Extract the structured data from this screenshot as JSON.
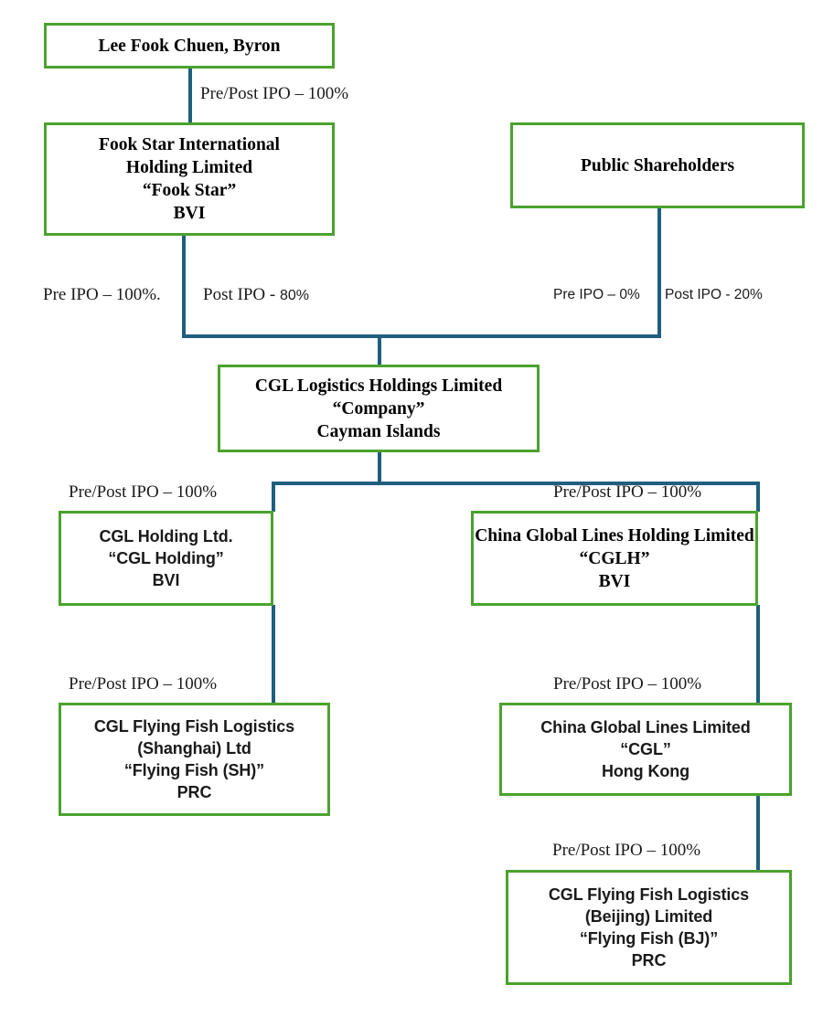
{
  "diagram": {
    "title": "CGL Logistics Holdings Limited corporate structure",
    "colors": {
      "box_border": "#4ba22e",
      "connector": "#1f5f7e",
      "background": "#ffffff",
      "text": "#000000"
    }
  },
  "nodes": {
    "founder": {
      "lines": [
        "Lee Fook Chuen, Byron"
      ]
    },
    "fook_star": {
      "lines": [
        "Fook Star International",
        "Holding Limited",
        "“Fook Star”",
        "BVI"
      ]
    },
    "public_shareholders": {
      "lines": [
        "Public Shareholders"
      ]
    },
    "company": {
      "lines": [
        "CGL Logistics Holdings Limited",
        "“Company”",
        "Cayman Islands"
      ]
    },
    "cgl_holding": {
      "lines": [
        "CGL Holding Ltd.",
        "“CGL Holding”",
        "BVI"
      ]
    },
    "cglh": {
      "lines": [
        "China Global Lines Holding Limited",
        "“CGLH”",
        "BVI"
      ]
    },
    "flying_fish_sh": {
      "lines": [
        "CGL Flying Fish Logistics",
        "(Shanghai) Ltd",
        "“Flying Fish (SH)”",
        "PRC"
      ]
    },
    "cgl": {
      "lines": [
        "China Global Lines Limited",
        "“CGL”",
        "Hong Kong"
      ]
    },
    "flying_fish_bj": {
      "lines": [
        "CGL Flying Fish Logistics",
        "(Beijing) Limited",
        "“Flying Fish (BJ)”",
        "PRC"
      ]
    }
  },
  "edge_labels": {
    "founder_to_fook_star": "Pre/Post IPO – 100%",
    "fook_star_pre": "Pre IPO – 100%.",
    "fook_star_post_prefix": "Post IPO - ",
    "fook_star_post_value": "80%",
    "public_pre": "Pre IPO – 0%",
    "public_post": "Post IPO - 20%",
    "company_to_cgl_holding": "Pre/Post IPO – 100%",
    "company_to_cglh": "Pre/Post IPO – 100%",
    "cgl_holding_to_ff_sh": "Pre/Post IPO – 100%",
    "cglh_to_cgl": "Pre/Post IPO – 100%",
    "cgl_to_ff_bj": "Pre/Post IPO – 100%"
  }
}
